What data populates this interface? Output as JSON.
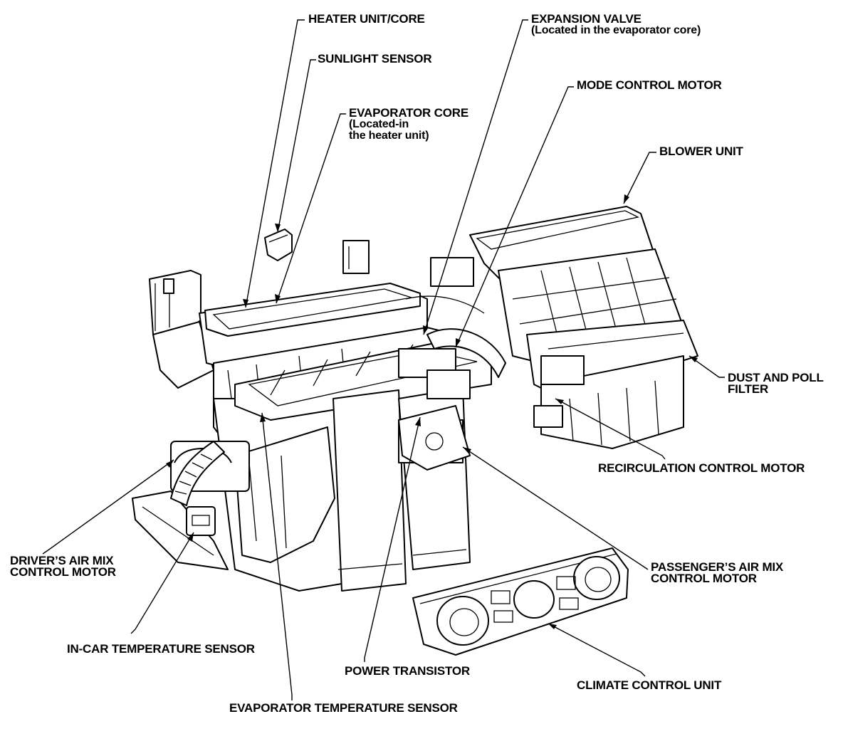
{
  "labels": {
    "heater_unit": "HEATER UNIT/CORE",
    "sunlight_sensor": "SUNLIGHT SENSOR",
    "evaporator_core_1": "EVAPORATOR CORE",
    "evaporator_core_2": "(Located-in",
    "evaporator_core_3": "the heater unit)",
    "expansion_valve_1": "EXPANSION VALVE",
    "expansion_valve_2": "(Located in the evaporator core)",
    "mode_control_motor": "MODE CONTROL MOTOR",
    "blower_unit": "BLOWER UNIT",
    "dust_filter_1": "DUST AND POLL",
    "dust_filter_2": "FILTER",
    "recirculation_motor": "RECIRCULATION CONTROL MOTOR",
    "driver_air_mix_1": "DRIVER’S AIR MIX",
    "driver_air_mix_2": "CONTROL MOTOR",
    "passenger_air_mix_1": "PASSENGER’S AIR MIX",
    "passenger_air_mix_2": "CONTROL MOTOR",
    "in_car_temp_sensor": "IN-CAR TEMPERATURE SENSOR",
    "power_transistor": "POWER TRANSISTOR",
    "climate_control_unit": "CLIMATE CONTROL UNIT",
    "evaporator_temp_sensor": "EVAPORATOR TEMPERATURE SENSOR"
  },
  "style": {
    "ink": "#000000",
    "background": "#ffffff"
  }
}
